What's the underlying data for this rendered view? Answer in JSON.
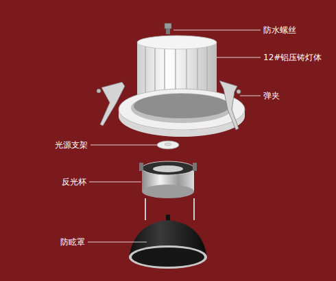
{
  "diagram": {
    "labels": [
      "防水螺丝",
      "12#铝压铸灯体",
      "弹夹",
      "光源支架",
      "反光杯",
      "防眩罩"
    ]
  }
}
